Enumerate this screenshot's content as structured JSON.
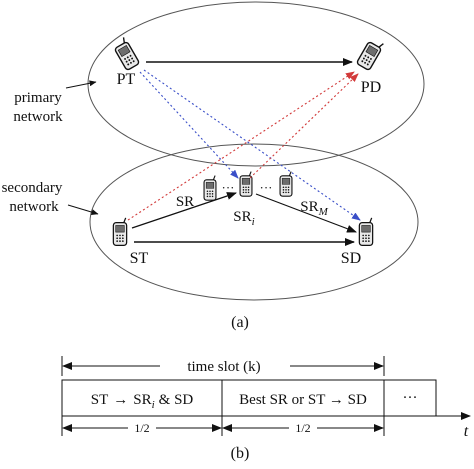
{
  "diagram": {
    "panel_a": {
      "primary_network_label_line1": "primary",
      "primary_network_label_line2": "network",
      "secondary_network_label_line1": "secondary",
      "secondary_network_label_line2": "network",
      "nodes": {
        "pt": "PT",
        "pd": "PD",
        "st": "ST",
        "sd": "SD",
        "sr1": "SR",
        "sri_main": "SR",
        "sri_sub": "i",
        "srm_main": "SR",
        "srm_sub": "M",
        "dots_left": "···",
        "dots_right": "···"
      },
      "caption": "(a)"
    },
    "panel_b": {
      "time_slot_label": "time slot (k)",
      "phase1_text_a": "ST",
      "phase1_arrow": "→",
      "phase1_text_b": "SR",
      "phase1_sub": "i",
      "phase1_text_c": "& SD",
      "phase2_text": "Best SR or ST → SD",
      "continuation": "···",
      "half_left": "1/2",
      "half_right": "1/2",
      "time_axis_label": "t",
      "caption": "(b)"
    },
    "colors": {
      "interference_blue": "#3a4fc8",
      "interference_red": "#d23a3a",
      "line": "#111111"
    }
  }
}
